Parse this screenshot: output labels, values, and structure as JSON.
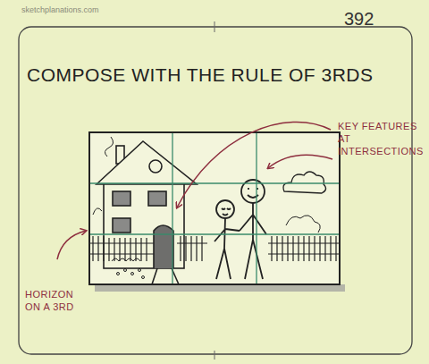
{
  "diagram": {
    "title": "COMPOSE WITH THE RULE OF 3RDS",
    "labels": [
      "sketchplanations.com",
      "392",
      "KEY FEATURES AT INTERSECTIONS",
      "HORIZON ON A 3RD"
    ]
  }
}
